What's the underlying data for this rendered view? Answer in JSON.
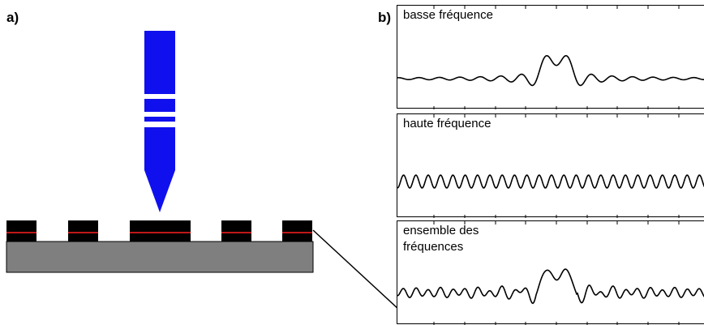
{
  "panels": {
    "a": {
      "label": "a)"
    },
    "b": {
      "label": "b)",
      "plots": [
        {
          "title": "basse fréquence",
          "signal": "low-frequency"
        },
        {
          "title": "haute fréquence",
          "signal": "high-frequency"
        },
        {
          "title": "ensemble des fréquences",
          "signal": "combined"
        }
      ]
    }
  },
  "colors": {
    "probe": "#1010ee",
    "lines_on_probe": "#ffffff",
    "pattern_blocks": "#000000",
    "pattern_center_line": "#ff2020",
    "substrate": "#7f7f7f",
    "substrate_border": "#000000",
    "signal_stroke": "#000000"
  }
}
